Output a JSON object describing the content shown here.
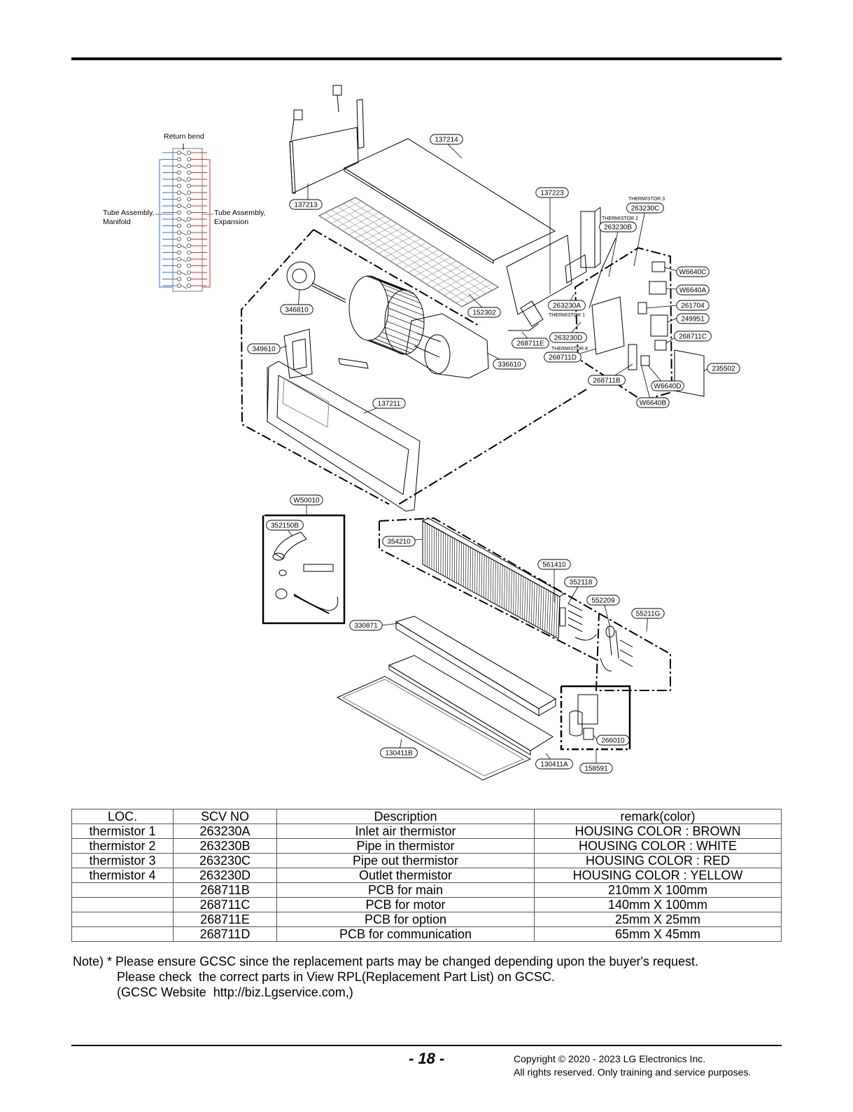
{
  "diagram": {
    "labels": {
      "return_bend": "Return bend",
      "tube_manifold_1": "Tube Assembly,",
      "tube_manifold_2": "Manifold",
      "tube_expansion_1": "Tube Assembly,",
      "tube_expansion_2": "Expansion",
      "thermistor1": "THERMISTOR 1",
      "thermistor2": "THERMISTOR 2",
      "thermistor3": "THERMISTOR 3",
      "thermistor4": "THERMISTOR 4"
    },
    "callouts": {
      "p137214": "137214",
      "p137213": "137213",
      "p137223": "137223",
      "p263230C": "263230C",
      "p263230B": "263230B",
      "pW6640C": "W6640C",
      "pW6640A": "W6640A",
      "p261704": "261704",
      "p249951": "249951",
      "p268711C": "268711C",
      "p235502": "235502",
      "pW6640D": "W6640D",
      "pW6640B": "W6640B",
      "p268711B": "268711B",
      "p263230A": "263230A",
      "p263230D": "263230D",
      "p268711D": "268711D",
      "p268711E": "268711E",
      "p152302": "152302",
      "p346810": "346810",
      "p349610": "349610",
      "p336610": "336610",
      "p137211": "137211",
      "pW50010": "W50010",
      "p352150B": "352150B",
      "p354210": "354210",
      "p561410": "561410",
      "p352118": "352118",
      "p552209": "552209",
      "p55211G": "55211G",
      "p330871": "330871",
      "p266010": "266010",
      "p130411B": "130411B",
      "p130411A": "130411A",
      "p158591": "158591"
    }
  },
  "table": {
    "headers": [
      "LOC.",
      "SCV NO",
      "Description",
      "remark(color)"
    ],
    "rows": [
      [
        "thermistor 1",
        "263230A",
        "Inlet air thermistor",
        "HOUSING COLOR : BROWN"
      ],
      [
        "thermistor 2",
        "263230B",
        "Pipe in thermistor",
        "HOUSING COLOR : WHITE"
      ],
      [
        "thermistor 3",
        "263230C",
        "Pipe out thermistor",
        "HOUSING COLOR : RED"
      ],
      [
        "thermistor 4",
        "263230D",
        "Outlet thermistor",
        "HOUSING COLOR : YELLOW"
      ],
      [
        "",
        "268711B",
        "PCB for main",
        "210mm X 100mm"
      ],
      [
        "",
        "268711C",
        "PCB for motor",
        "140mm X 100mm"
      ],
      [
        "",
        "268711E",
        "PCB for option",
        "25mm X 25mm"
      ],
      [
        "",
        "268711D",
        "PCB for communication",
        "65mm X 45mm"
      ]
    ]
  },
  "note": {
    "line1": "Note) * Please ensure GCSC since the replacement parts may be changed depending upon the buyer's request.",
    "line2": "Please check  the correct parts in View RPL(Replacement Part List) on GCSC.",
    "line3": "(GCSC Website  http://biz.Lgservice.com,)"
  },
  "footer": {
    "page_number": "- 18 -",
    "copyright1": "Copyright © 2020 - 2023 LG Electronics Inc.",
    "copyright2": "All rights reserved. Only training and service purposes."
  },
  "colors": {
    "manifold_blue": "#3a6fc4",
    "expansion_red": "#d03030"
  }
}
